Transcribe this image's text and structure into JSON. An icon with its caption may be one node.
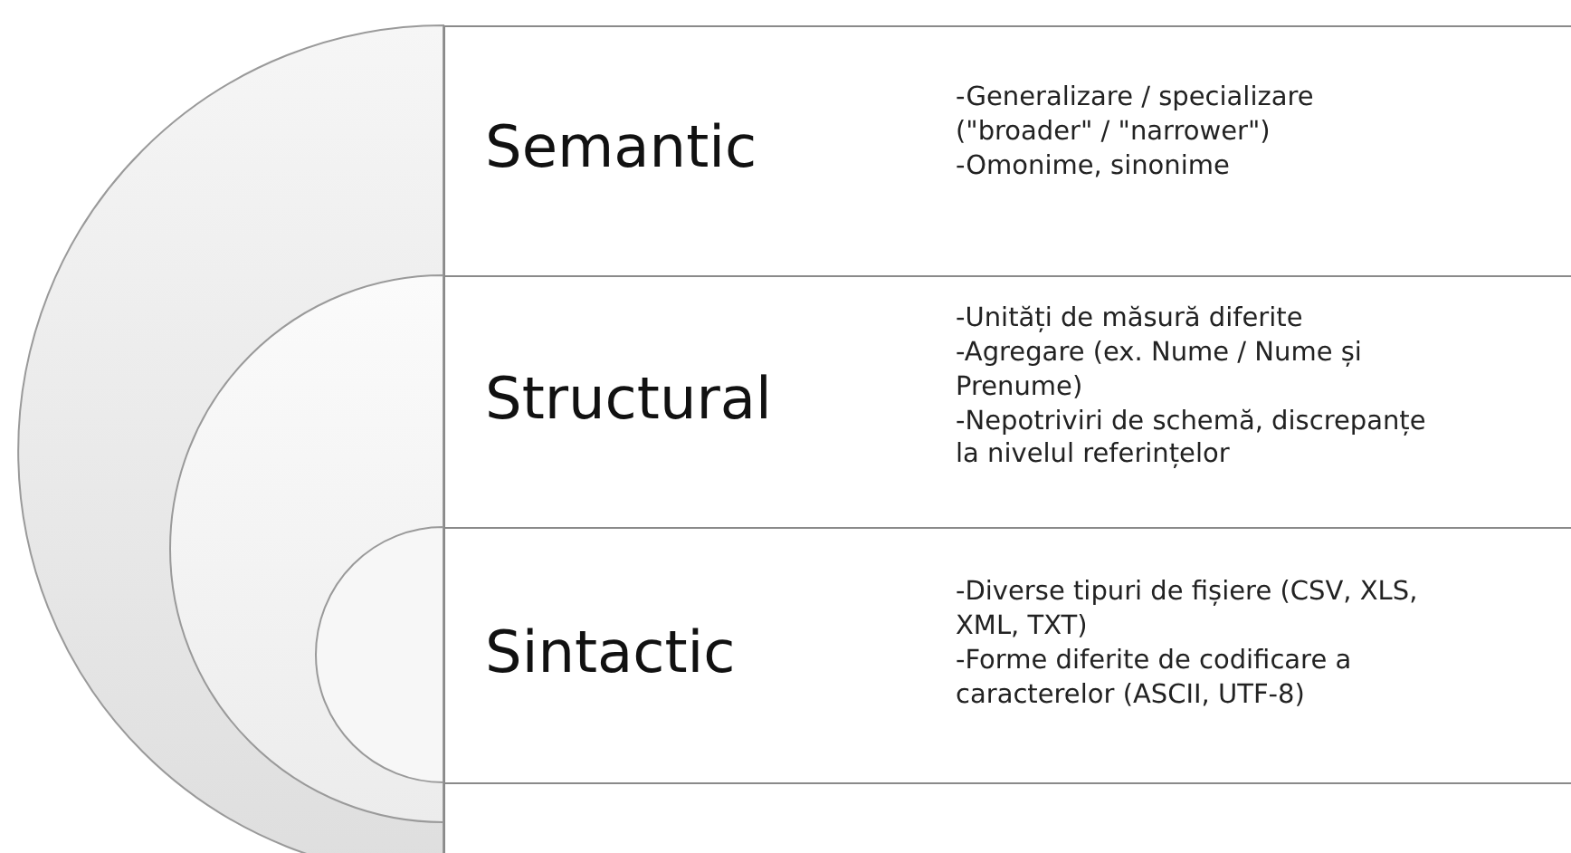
{
  "diagram": {
    "nodes": [
      {
        "text": [
          "Semantic",
          "-Generalizare / specializare (\"broader\" / \"narrower\")",
          "-Omonime, sinonime"
        ]
      },
      {
        "text": [
          "Structural",
          "-Unități de măsură diferite",
          "-Agregare (ex. Nume / Nume și Prenume)",
          "-Nepotriviri de schemă, discrepanțe la nivelul referințelor"
        ]
      },
      {
        "text": [
          "Sintactic",
          "-Diverse tipuri de fișiere (CSV, XLS, XML, TXT)",
          "-Forme diferite de codificare a caracterelor (ASCII, UTF-8)"
        ]
      },
      {
        "text": [],
        "shape": "box"
      }
    ]
  }
}
